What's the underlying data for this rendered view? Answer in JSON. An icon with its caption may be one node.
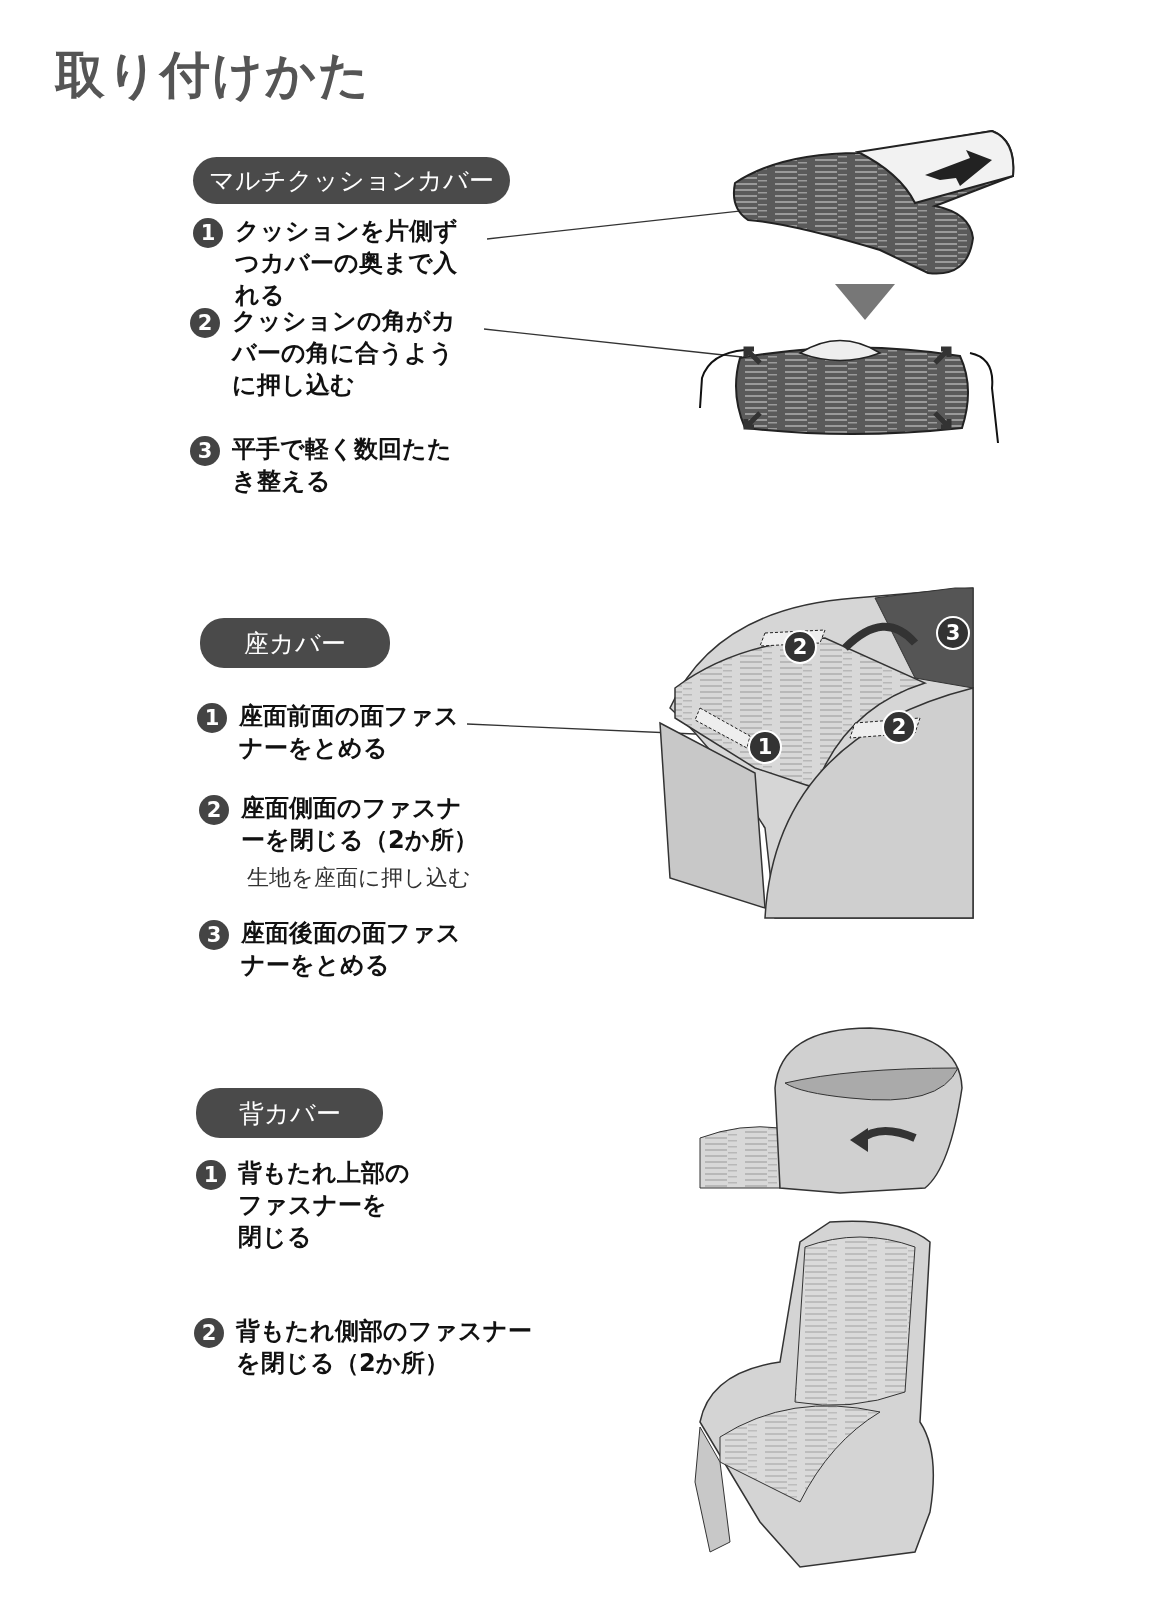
{
  "diagram": {
    "title": "取り付けかた",
    "nodes": [
      {
        "text": [
          "マルチクッションカバー"
        ]
      },
      {
        "text": [
          "1",
          "クッションを片側ずつカバーの奥まで入れる"
        ]
      },
      {
        "text": [],
        "shape": "picture"
      },
      {
        "text": [
          "2",
          "クッションの角がカバーの角に合うように押し込む"
        ]
      },
      {
        "text": [],
        "shape": "picture"
      },
      {
        "text": [
          "3",
          "平手で軽く数回たたき整える"
        ]
      },
      {
        "text": [
          "座カバー"
        ]
      },
      {
        "text": [
          "1",
          "座面前面の面ファスナーをとめる"
        ]
      },
      {
        "text": [
          "2",
          "座面側面のファスナーを閉じる（2か所）",
          "生地を座面に押し込む"
        ]
      },
      {
        "text": [
          "3",
          "座面後面の面ファスナーをとめる"
        ]
      },
      {
        "text": [],
        "shape": "picture"
      },
      {
        "text": [
          "背カバー"
        ]
      },
      {
        "text": [
          "1",
          "背もたれ上部のファスナーを閉じる"
        ]
      },
      {
        "text": [],
        "shape": "picture"
      },
      {
        "text": [
          "2",
          "背もたれ側部のファスナーを閉じる（2か所）"
        ]
      },
      {
        "text": [],
        "shape": "picture"
      }
    ],
    "edges": [
      {
        "from": 1,
        "to": 2,
        "arrow": "none"
      },
      {
        "from": 3,
        "to": 4,
        "arrow": "none"
      },
      {
        "from": 2,
        "to": 4,
        "arrow": "to"
      },
      {
        "from": 7,
        "to": 10,
        "arrow": "none"
      }
    ],
    "labels": [
      "2",
      "3",
      "2",
      "1"
    ]
  }
}
